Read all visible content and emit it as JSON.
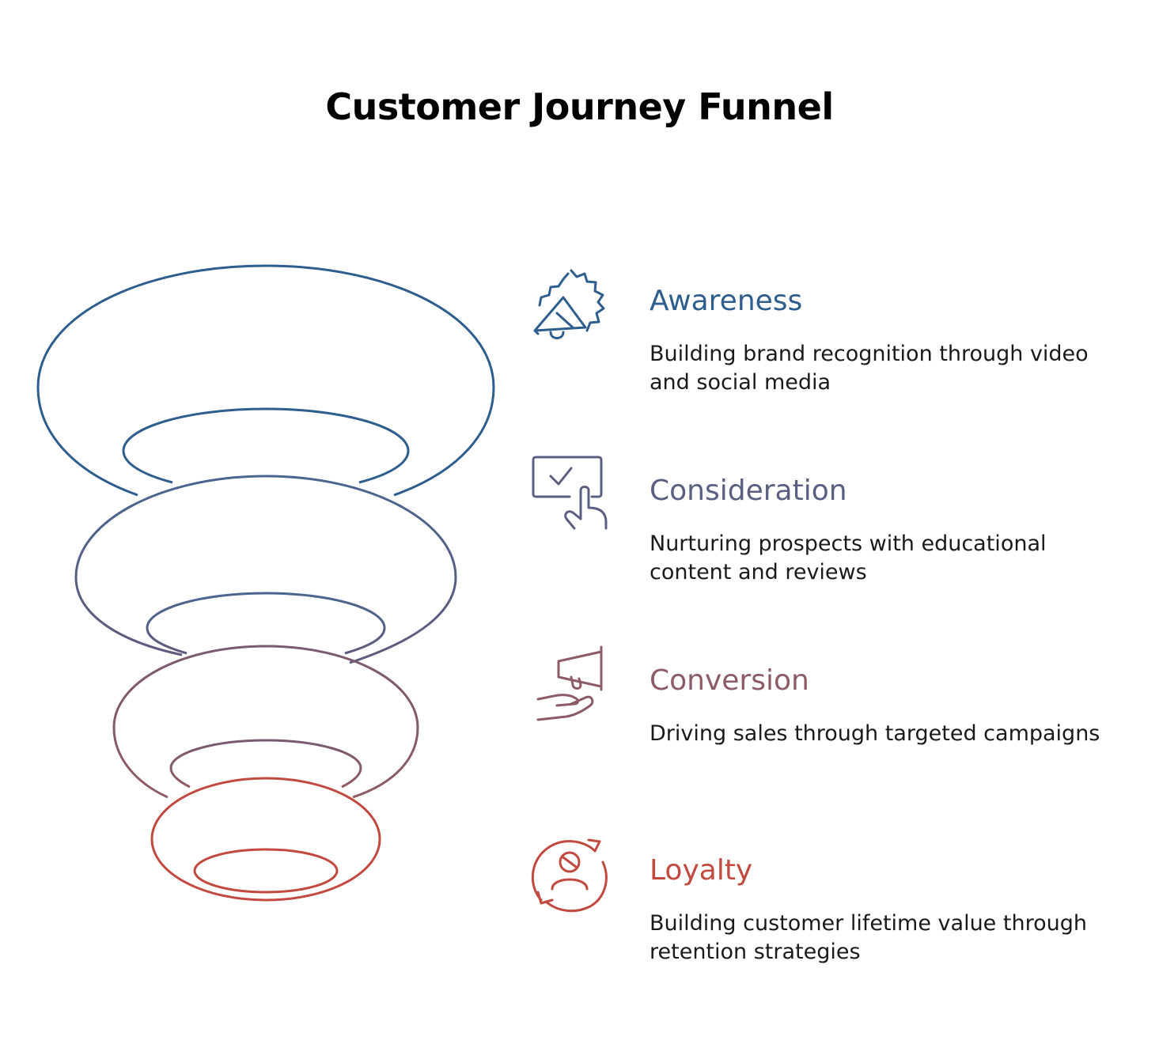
{
  "title": "Customer Journey Funnel",
  "colors": {
    "awareness": "#2e5e8e",
    "consideration": "#5a5f82",
    "conversion": "#8c5b66",
    "loyalty": "#c2493f"
  },
  "stages": [
    {
      "label": "Awareness",
      "description": "Building brand recognition through video and social media",
      "icon": "megaphone-badge-icon",
      "color": "#2e5e8e"
    },
    {
      "label": "Consideration",
      "description": "Nurturing prospects with educational content and reviews",
      "icon": "checklist-click-icon",
      "color": "#5a5f82"
    },
    {
      "label": "Conversion",
      "description": "Driving sales through targeted campaigns",
      "icon": "hand-megaphone-icon",
      "color": "#8c5b66"
    },
    {
      "label": "Loyalty",
      "description": "Building customer lifetime value through retention strategies",
      "icon": "customer-cycle-icon",
      "color": "#c2493f"
    }
  ]
}
